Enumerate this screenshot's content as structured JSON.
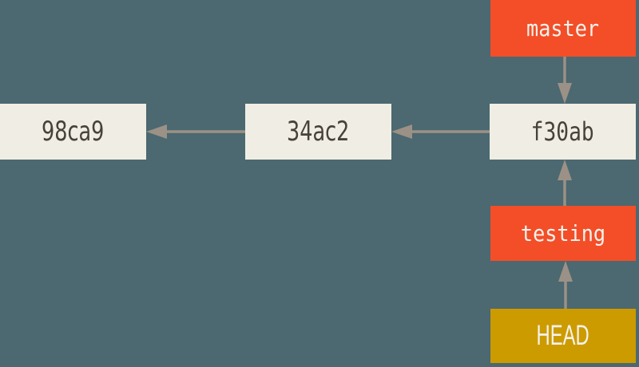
{
  "figure": {
    "title": "git-branch-diagram",
    "background_color": "#4c6870",
    "commits": [
      {
        "id": "98ca9"
      },
      {
        "id": "34ac2"
      },
      {
        "id": "f30ab"
      }
    ],
    "branch_labels": [
      {
        "name": "master"
      },
      {
        "name": "testing"
      }
    ],
    "head_label": {
      "name": "HEAD"
    },
    "edges": [
      {
        "from": "f30ab",
        "to": "34ac2",
        "direction": "left"
      },
      {
        "from": "34ac2",
        "to": "98ca9",
        "direction": "left"
      },
      {
        "from": "master",
        "to": "f30ab",
        "direction": "down"
      },
      {
        "from": "testing",
        "to": "f30ab",
        "direction": "up"
      },
      {
        "from": "HEAD",
        "to": "testing",
        "direction": "up"
      }
    ],
    "colors": {
      "background": "#4c6870",
      "commit_box": "#f0eee4",
      "commit_text": "#48413b",
      "branch_box": "#f34e28",
      "head_box": "#cc9b00",
      "label_text": "#f4f2ec",
      "arrow": "#9b9186"
    }
  }
}
